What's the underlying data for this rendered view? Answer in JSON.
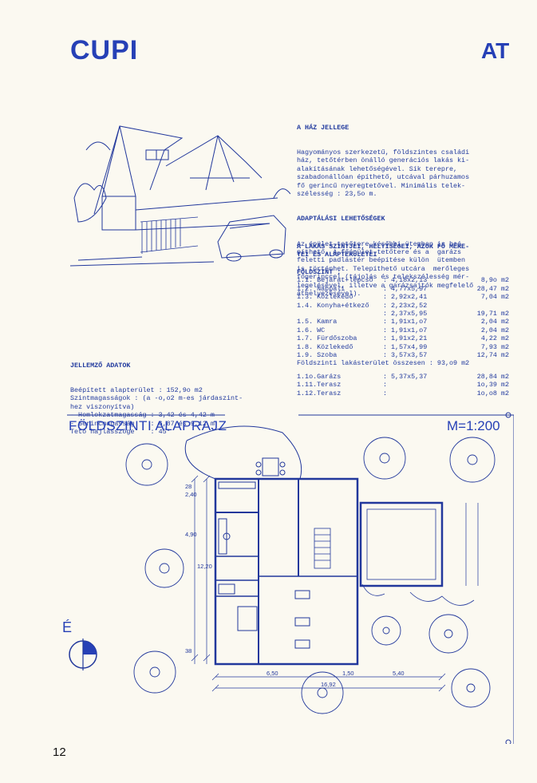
{
  "header": {
    "brand": "CUPI",
    "code": "AT"
  },
  "description": {
    "house_title": "A HÁZ JELLEGE",
    "house_text": "Hagyományos szerkezetű, földszintes családi\nház, tetőtérben önálló generációs lakás ki-\nalakításának lehetőségével. Sík terepre,\nszabadonállóan építhető, utcával párhuzamos\nfő gerincű nyeregtetővel. Minimális telek-\nszélesség : 23,5o m.",
    "adapt_title": "ADAPTÁLÁSI LEHETŐSÉGEK",
    "adapt_text": "Az épület tetőtere későbbi ütemben is beé-\npíthető. A főépület tetőtere és a  garázs\nfeletti padlástér beépítése külön  ütemben\nis történhet. Telepíthető utcára  merőleges\nfőgerinccel (tájolás és telekszélesség mér-\nlegelésével, illetve a garázsajtók megfelelő\náthelyezésével)."
  },
  "rooms": {
    "title": "A LAKÁS SZINTJEI, HELYISÉGEI, AZOK FŐ MÉRE-\nTEI ÉS ALAPTERÜLETEI",
    "floor": "FÖLDSZINT :",
    "items": [
      {
        "name": "1.1. Bejárat+lépcső",
        "dim": "4,18x2,13",
        "area": "8,9o m2"
      },
      {
        "name": "1.2. Nappali",
        "dim": "4,77x5,97",
        "area": "28,47 m2"
      },
      {
        "name": "1.3. Közlekedő",
        "dim": "2,92x2,41",
        "area": "7,04 m2"
      },
      {
        "name": "1.4. Konyha+étkező",
        "dim": "2,23x2,52",
        "area": ""
      },
      {
        "name": "",
        "dim": "2,37x5,95",
        "area": "19,71 m2"
      },
      {
        "name": "1.5. Kamra",
        "dim": "1,91x1,o7",
        "area": "2,04 m2"
      },
      {
        "name": "1.6. WC",
        "dim": "1,91x1,o7",
        "area": "2,04 m2"
      },
      {
        "name": "1.7. Fürdőszoba",
        "dim": "1,91x2,21",
        "area": "4,22 m2"
      },
      {
        "name": "1.8. Közlekedő",
        "dim": "1,57x4,99",
        "area": "7,93 m2"
      },
      {
        "name": "1.9. Szoba",
        "dim": "3,57x3,57",
        "area": "12,74 m2"
      }
    ],
    "total_label": "Földszinti lakásterület összesen :",
    "total_value": "93,o9 m2",
    "extra": [
      {
        "name": "1.1o.Garázs",
        "dim": "5,37x5,37",
        "area": "28,84 m2"
      },
      {
        "name": "1.11.Terasz",
        "dim": "",
        "area": "1o,39 m2"
      },
      {
        "name": "1.12.Terasz",
        "dim": "",
        "area": "1o,o8 m2"
      }
    ]
  },
  "data_block": {
    "title": "JELLEMZŐ ADATOK",
    "lines": "Beépített alapterület : 152,9o m2\nSzintmagasságok : (a -o,o2 m-es járdaszint-\nhez viszonyítva)\n- Homlokzatmagasság : 3,42 és 4,42 m\n- Gerincmagasság    : 6,87 és 9,12 m\nTető hajlásszöge    : 45°"
  },
  "plan": {
    "title": "FÖLDSZINTI ALAPRAJZ",
    "scale": "M=1:200",
    "north": "É",
    "dims": {
      "top_left": "28",
      "d_240": "2,40",
      "d_490": "4,90",
      "d_1220": "12,20",
      "d_650": "6,50",
      "d_150": "1,50",
      "d_540": "5,40",
      "d_1692": "16,92",
      "d_38": "38"
    }
  },
  "page_number": "12",
  "colors": {
    "ink": "#2640b6",
    "paper": "#fbf9f1"
  }
}
